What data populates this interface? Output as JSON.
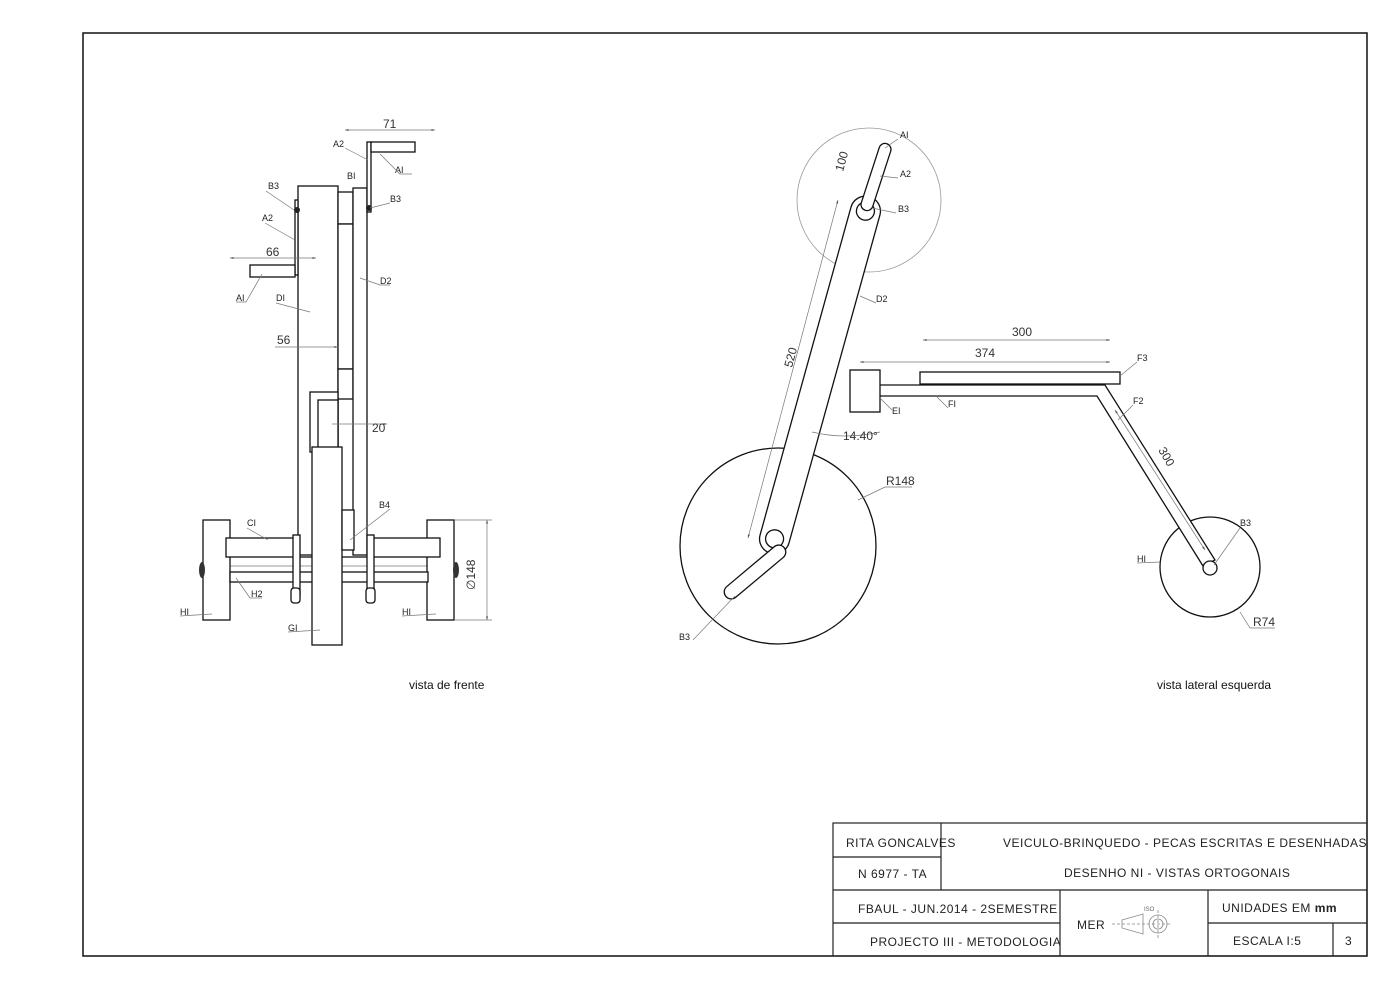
{
  "views": {
    "front": {
      "caption": "vista de frente",
      "dims": {
        "d71": "71",
        "d66": "66",
        "d56": "56",
        "d20": "20",
        "d148": "∅148"
      },
      "labels": {
        "a2_top": "A2",
        "a1_top": "AI",
        "b1": "BI",
        "b3_right": "B3",
        "b3_left": "B3",
        "a2_left": "A2",
        "d2": "D2",
        "a1_left": "AI",
        "d1": "DI",
        "b4": "B4",
        "c1": "CI",
        "h2": "H2",
        "h1_left": "HI",
        "h1_right": "HI",
        "g1": "GI"
      }
    },
    "side": {
      "caption": "vista lateral esquerda",
      "dims": {
        "d100": "100",
        "d520": "520",
        "d300_top": "300",
        "d374": "374",
        "d300_diag": "300",
        "angle": "14.40°",
        "r148": "R148",
        "r74": "R74"
      },
      "labels": {
        "a1": "AI",
        "a2": "A2",
        "b3_top": "B3",
        "d2": "D2",
        "f3": "F3",
        "e1": "EI",
        "f1": "FI",
        "f2": "F2",
        "b3_rear": "B3",
        "h1": "HI",
        "b3_bottom": "B3"
      }
    }
  },
  "title_block": {
    "author": "RITA GONCALVES",
    "student_number": "N 6977 - TA",
    "project_title": "VEICULO-BRINQUEDO - PECAS ESCRITAS E DESENHADAS",
    "drawing_title": "DESENHO NI - VISTAS ORTOGONAIS",
    "institution_date": "FBAUL - JUN.2014 - 2SEMESTRE",
    "course": "PROJECTO III - METODOLOGIA",
    "method": "MER",
    "iso_label": "ISO",
    "units_prefix": "UNIDADES EM",
    "units": "mm",
    "scale": "ESCALA I:5",
    "sheet_number": "3"
  }
}
